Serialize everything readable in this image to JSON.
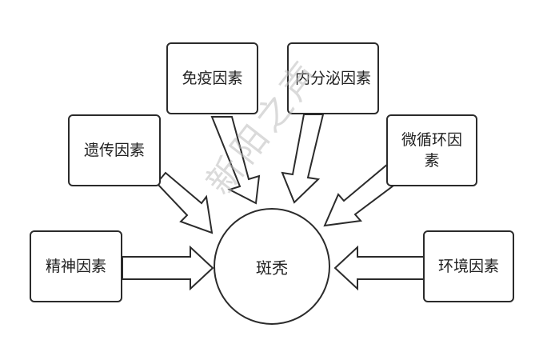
{
  "center": {
    "label": "斑秃"
  },
  "factors": {
    "immune": "免疫因素",
    "endocrine": "内分泌因素",
    "genetic": "遗传因素",
    "microcirculation": "微循环因素",
    "mental": "精神因素",
    "environment": "环境因素"
  },
  "watermark": {
    "text": "新阳之声"
  },
  "colors": {
    "stroke": "#2b2b2b",
    "background": "#ffffff",
    "watermark": "#bdbdbd"
  }
}
